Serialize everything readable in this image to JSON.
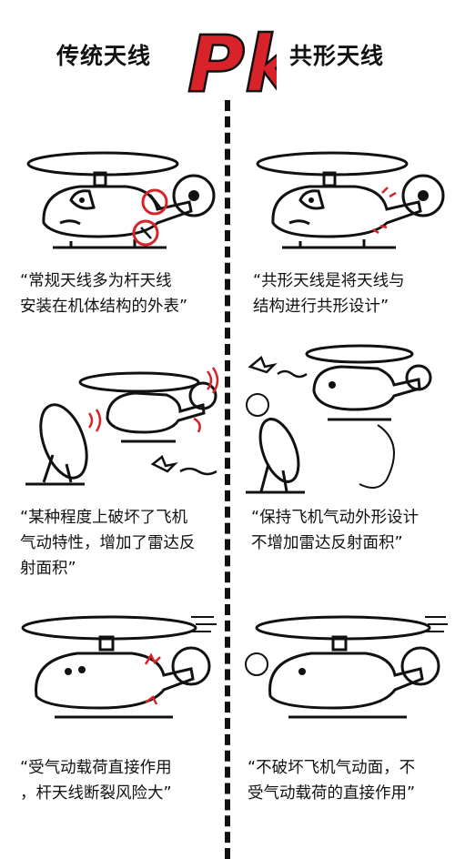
{
  "header": {
    "left_title": "传统天线",
    "vs_label": "Pk",
    "right_title": "共形天线"
  },
  "colors": {
    "accent_red": "#d8232a",
    "ink": "#111111",
    "paper": "#ffffff"
  },
  "rows": [
    {
      "left_caption": [
        "“常规天线多为杆天线",
        "安装在机体结构的外表”"
      ],
      "right_caption": [
        "“共形天线是将天线与",
        "结构进行共形设计”"
      ]
    },
    {
      "left_caption": [
        "“某种程度上破坏了飞机",
        "气动特性，增加了雷达反",
        "射面积”"
      ],
      "right_caption": [
        "“保持飞机气动外形设计",
        "不增加雷达反射面积”"
      ]
    },
    {
      "left_caption": [
        "“受气动载荷直接作用",
        "，杆天线断裂风险大”"
      ],
      "right_caption": [
        "“不破坏飞机气动面，不",
        "受气动载荷的直接作用”"
      ]
    }
  ]
}
